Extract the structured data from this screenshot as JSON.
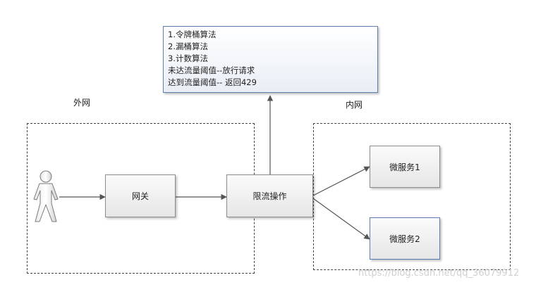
{
  "regions": {
    "external_label": "外网",
    "internal_label": "内网"
  },
  "nodes": {
    "gateway": "网关",
    "rate_limit": "限流操作",
    "service1": "微服务1",
    "service2": "微服务2"
  },
  "note": {
    "lines": [
      "1.令牌桶算法",
      "2.漏桶算法",
      "3.计数算法",
      "未达流量阈值--放行请求",
      "达到流量阈值-- 返回429"
    ]
  },
  "watermark": "https://blog.csdn.net/qq_36079912",
  "icons": {
    "user": "user-icon"
  },
  "colors": {
    "note_border": "#5b7fae",
    "node_border": "#8c8c8c",
    "arrow": "#555555"
  }
}
